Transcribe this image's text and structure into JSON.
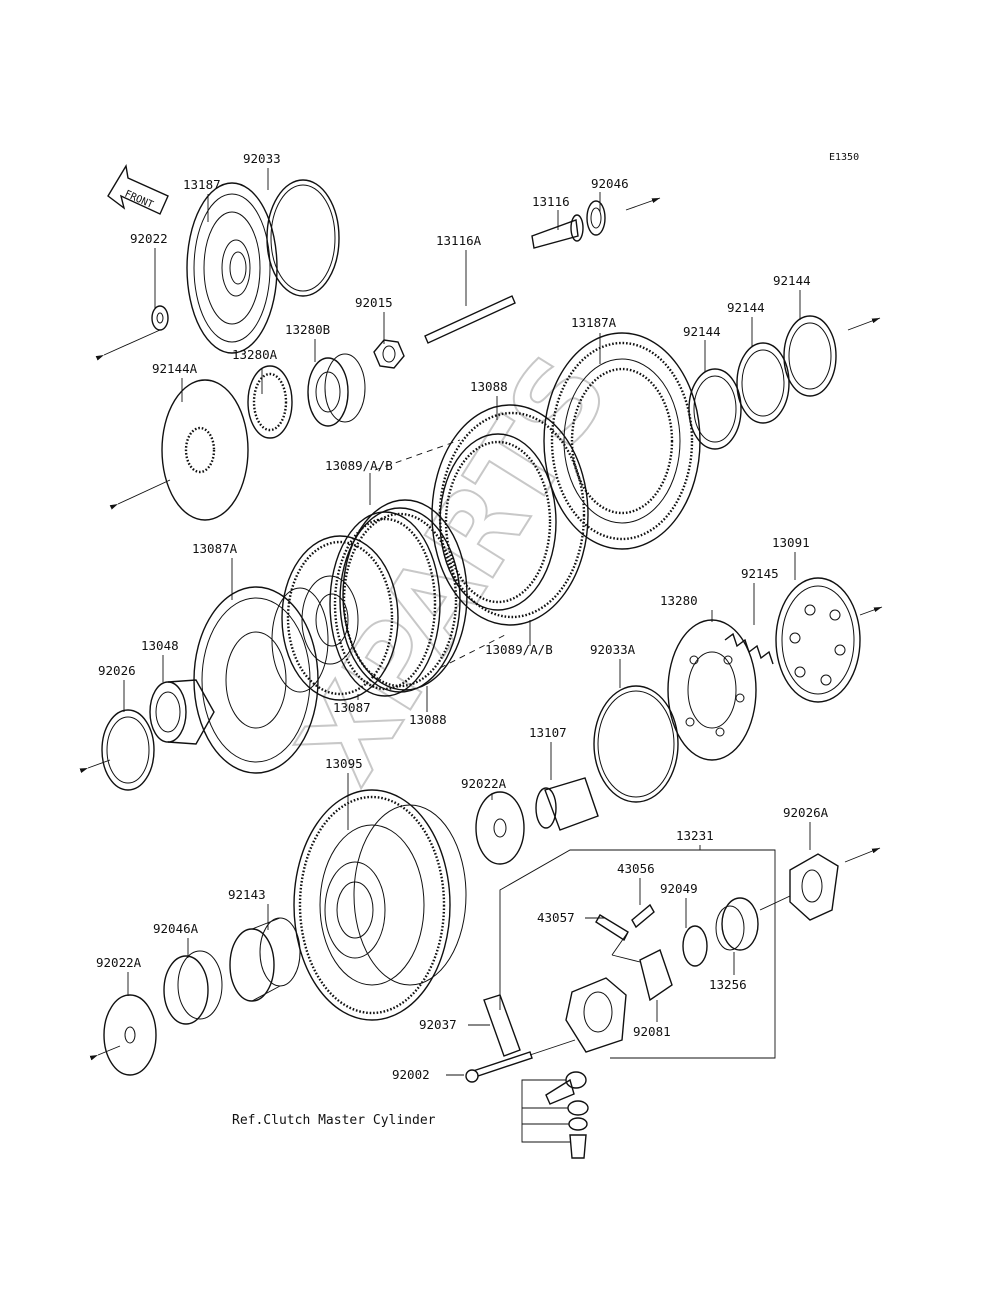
{
  "diagram_code": "E1350",
  "front_label": "FRONT",
  "reference_note": "Ref.Clutch Master Cylinder",
  "watermark": "XPARTS",
  "parts": [
    {
      "id": "92033",
      "label": "92033"
    },
    {
      "id": "13187",
      "label": "13187"
    },
    {
      "id": "92022",
      "label": "92022"
    },
    {
      "id": "92046",
      "label": "92046"
    },
    {
      "id": "13116",
      "label": "13116"
    },
    {
      "id": "13116A",
      "label": "13116A"
    },
    {
      "id": "92015",
      "label": "92015"
    },
    {
      "id": "13280B",
      "label": "13280B"
    },
    {
      "id": "13280A",
      "label": "13280A"
    },
    {
      "id": "92144A",
      "label": "92144A"
    },
    {
      "id": "13187A",
      "label": "13187A"
    },
    {
      "id": "92144-a",
      "label": "92144"
    },
    {
      "id": "92144-b",
      "label": "92144"
    },
    {
      "id": "92144-c",
      "label": "92144"
    },
    {
      "id": "13088-top",
      "label": "13088"
    },
    {
      "id": "13089-top",
      "label": "13089/A/B"
    },
    {
      "id": "13087A",
      "label": "13087A"
    },
    {
      "id": "13091",
      "label": "13091"
    },
    {
      "id": "92145",
      "label": "92145"
    },
    {
      "id": "13280",
      "label": "13280"
    },
    {
      "id": "13048",
      "label": "13048"
    },
    {
      "id": "13089-bottom",
      "label": "13089/A/B"
    },
    {
      "id": "92033A",
      "label": "92033A"
    },
    {
      "id": "92026",
      "label": "92026"
    },
    {
      "id": "13087",
      "label": "13087"
    },
    {
      "id": "13088-bottom",
      "label": "13088"
    },
    {
      "id": "92022A-top",
      "label": "92022A"
    },
    {
      "id": "13107",
      "label": "13107"
    },
    {
      "id": "13095",
      "label": "13095"
    },
    {
      "id": "13231",
      "label": "13231"
    },
    {
      "id": "92026A",
      "label": "92026A"
    },
    {
      "id": "43056",
      "label": "43056"
    },
    {
      "id": "92049",
      "label": "92049"
    },
    {
      "id": "43057",
      "label": "43057"
    },
    {
      "id": "92143",
      "label": "92143"
    },
    {
      "id": "92046A",
      "label": "92046A"
    },
    {
      "id": "13256",
      "label": "13256"
    },
    {
      "id": "92022A-bottom",
      "label": "92022A"
    },
    {
      "id": "92037",
      "label": "92037"
    },
    {
      "id": "92081",
      "label": "92081"
    },
    {
      "id": "92002",
      "label": "92002"
    }
  ]
}
